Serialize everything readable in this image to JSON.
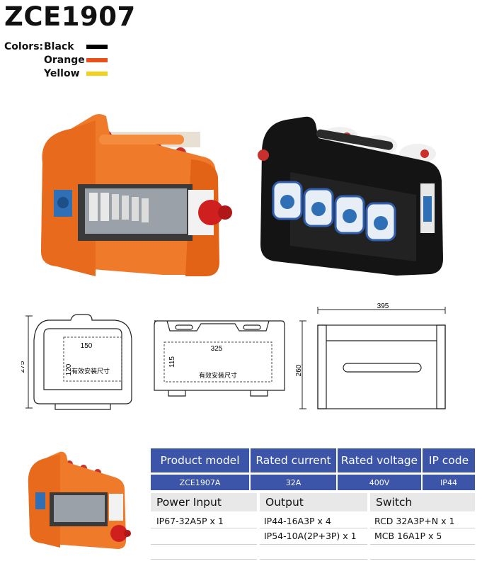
{
  "title": "ZCE1907",
  "colors_label": "Colors:",
  "colors": [
    {
      "name": "Black",
      "hex": "#000000"
    },
    {
      "name": "Orange",
      "hex": "#e8501c"
    },
    {
      "name": "Yellow",
      "hex": "#f2d11c"
    }
  ],
  "drawings": {
    "front": {
      "width": "150",
      "height": "120",
      "overall": "275",
      "note": "有效安装尺寸"
    },
    "side": {
      "width": "325",
      "height": "115",
      "note": "有效安装尺寸"
    },
    "top": {
      "width": "395",
      "height": "260"
    }
  },
  "table": {
    "headers": [
      "Product model",
      "Rated current",
      "Rated voltage",
      "IP code"
    ],
    "values": [
      "ZCE1907A",
      "32A",
      "400V",
      "IP44"
    ],
    "sub_headers": [
      "Power Input",
      "Output",
      "Switch"
    ],
    "power_input": [
      "IP67-32A5P  x 1"
    ],
    "output": [
      "IP44-16A3P  x 4",
      "IP54-10A(2P+3P)  x 1"
    ],
    "switch": [
      "RCD 32A3P+N  x 1",
      "MCB 16A1P  x 5"
    ]
  }
}
